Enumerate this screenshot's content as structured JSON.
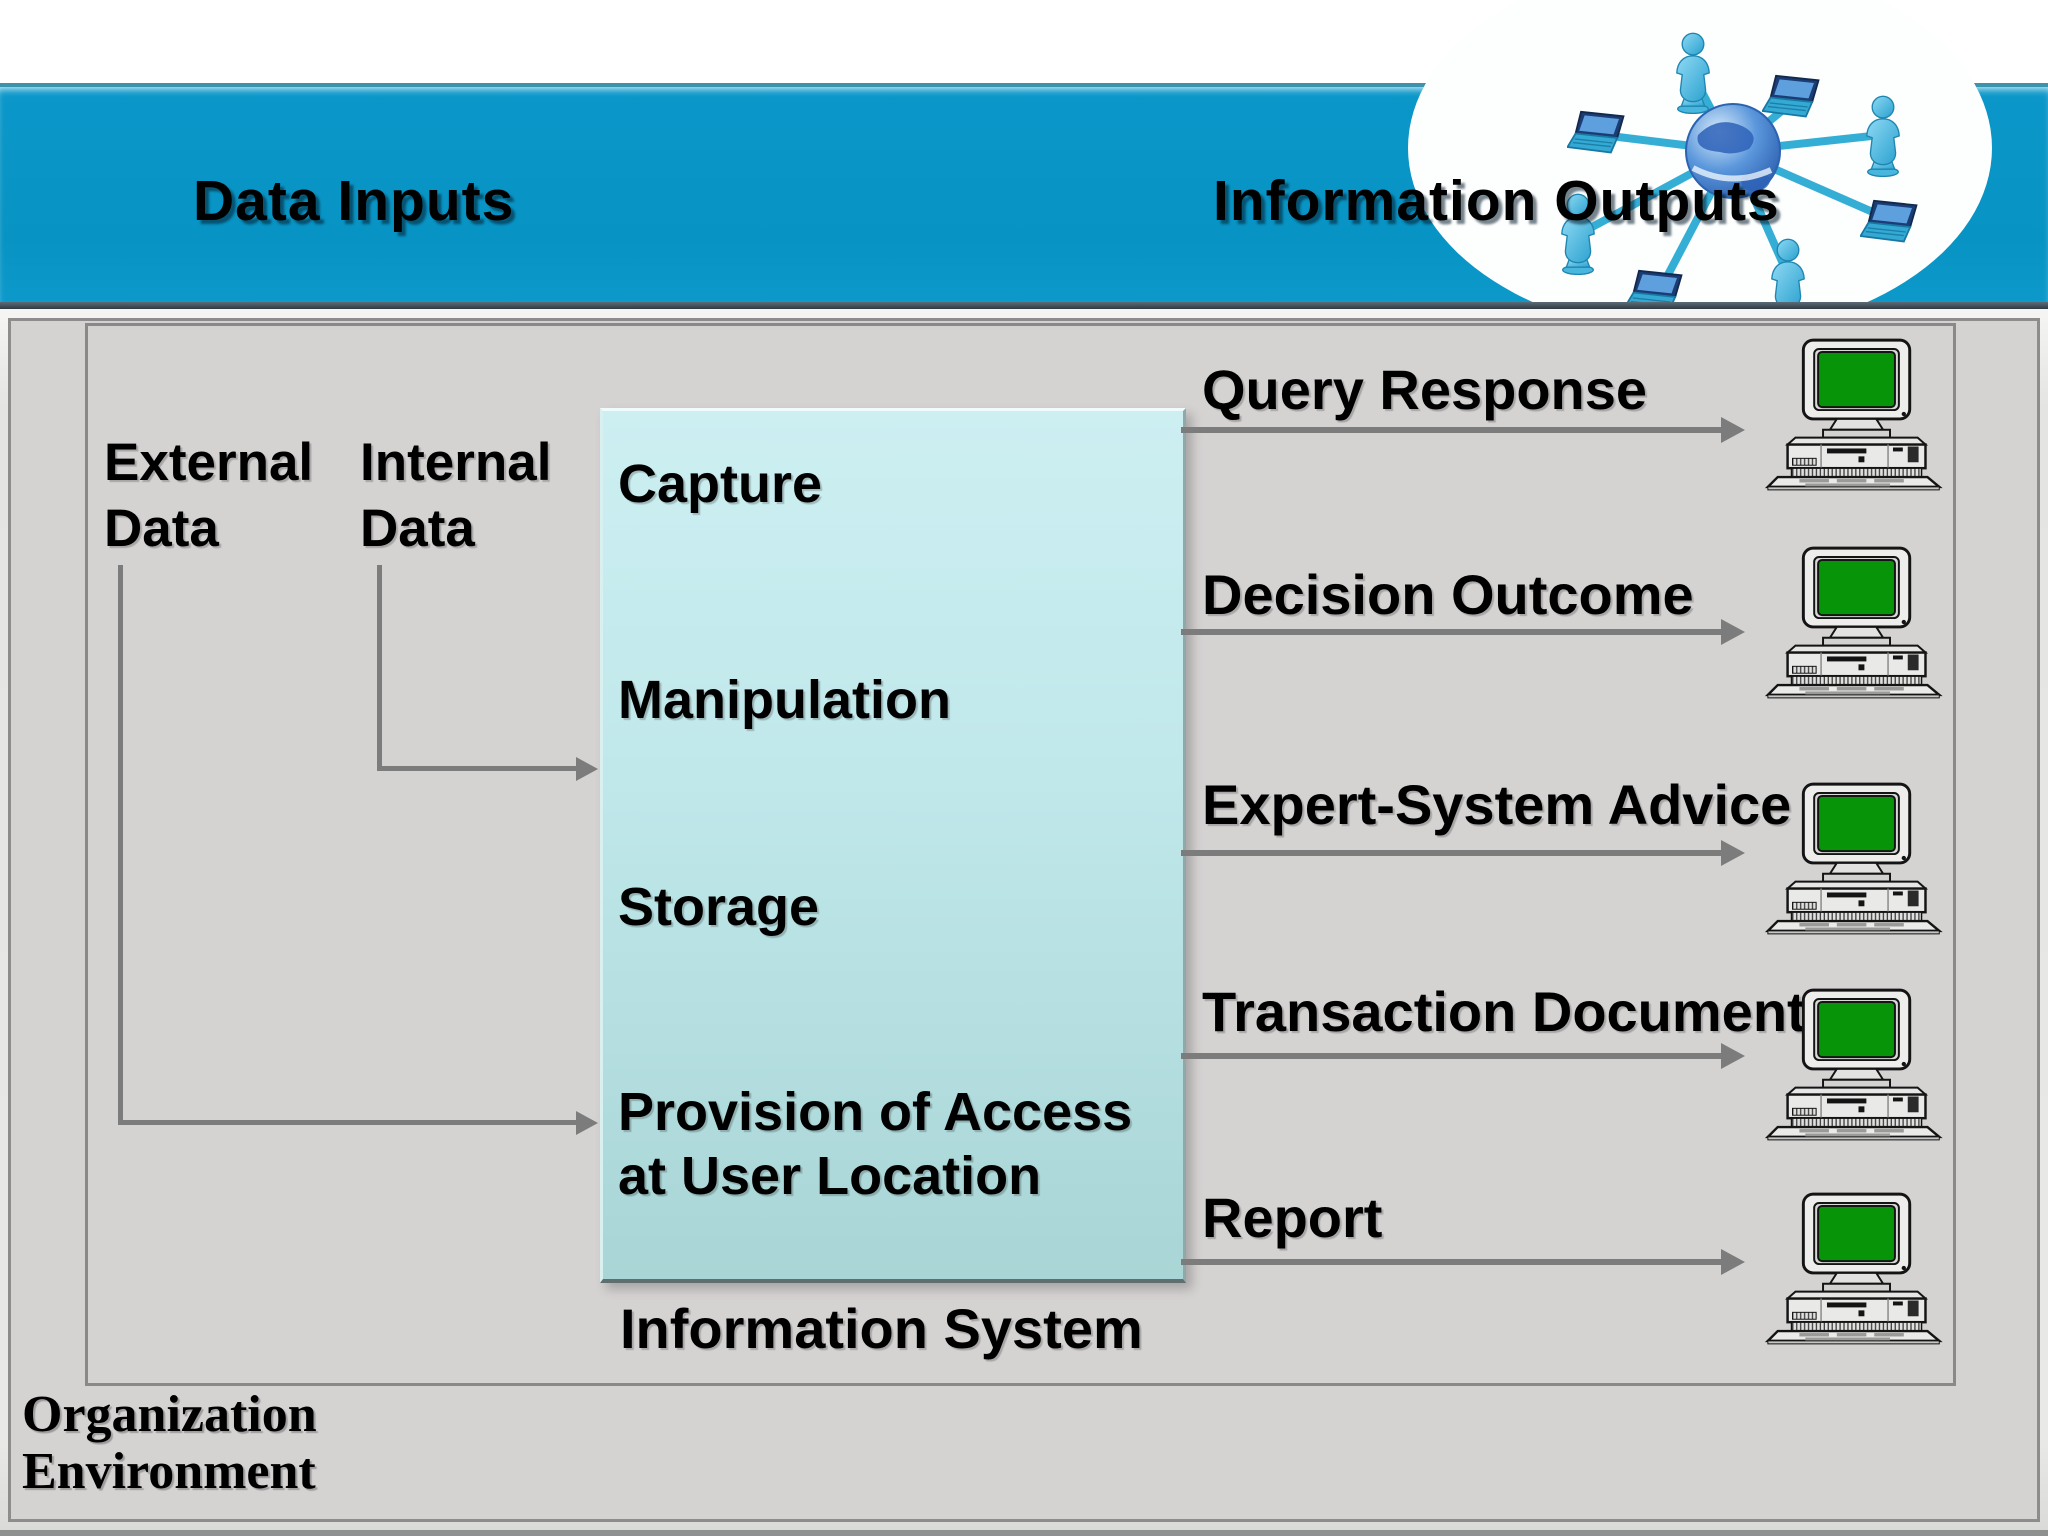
{
  "header": {
    "data_inputs_label": "Data Inputs",
    "information_outputs_label": "Information Outputs"
  },
  "inputs": {
    "external_label": "External\nData",
    "internal_label": "Internal\nData"
  },
  "system_box": {
    "functions": [
      "Capture",
      "Manipulation",
      "Storage",
      "Provision of Access\nat User Location"
    ],
    "caption": "Information System"
  },
  "outputs": {
    "rows": [
      "Query Response",
      "Decision Outcome",
      "Expert-System Advice",
      "Transaction Document",
      "Report"
    ]
  },
  "environment_label": "Organization\nEnvironment",
  "colors": {
    "banner_blue": "#0B97C9",
    "content_gray": "#D5D2D2",
    "box_gradient_top": "#CDEFF2",
    "box_gradient_bottom": "#A9D5D6",
    "arrow_gray": "#7C7C7C",
    "monitor_screen_green": "#089408",
    "network_cyan": "#35AED6"
  },
  "icons": {
    "computer": "desktop-computer-icon",
    "network": "global-network-icon",
    "person": "person-icon",
    "laptop": "laptop-icon",
    "globe": "globe-icon"
  }
}
